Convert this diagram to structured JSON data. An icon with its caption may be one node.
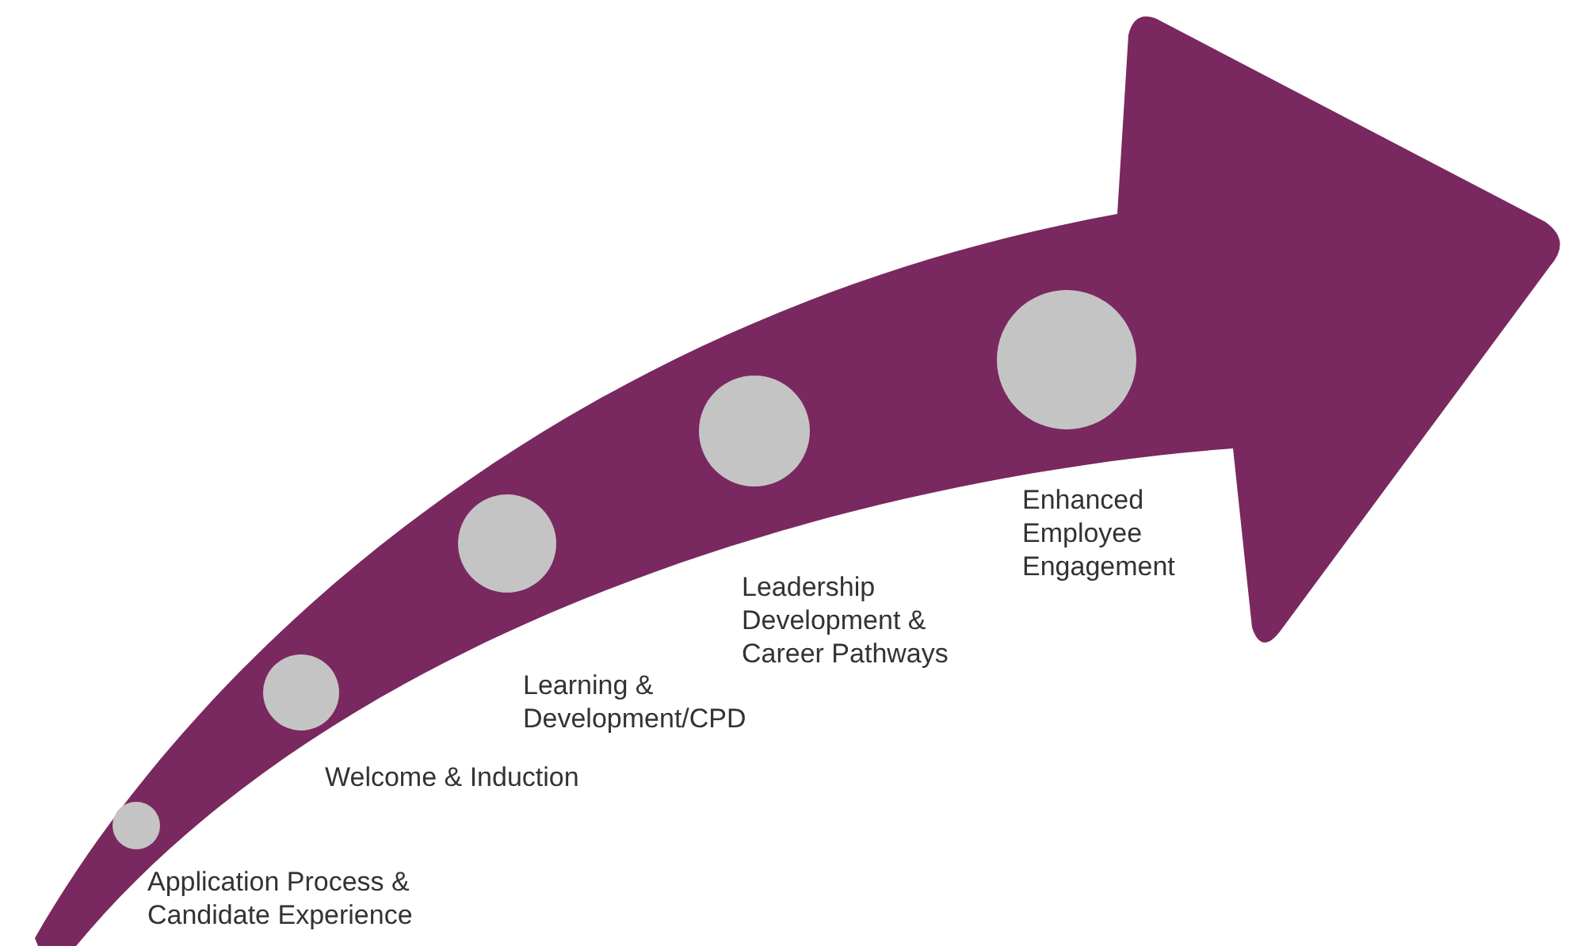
{
  "diagram": {
    "nodes": [
      {
        "text": [],
        "shape": "circle",
        "beside": [
          "Application Process & Candidate Experience"
        ]
      },
      {
        "text": [],
        "shape": "circle",
        "beside": [
          "Welcome & Induction"
        ]
      },
      {
        "text": [],
        "shape": "circle",
        "beside": [
          "Learning & Development/CPD"
        ]
      },
      {
        "text": [],
        "shape": "circle",
        "beside": [
          "Leadership Development & Career Pathways"
        ]
      },
      {
        "text": [],
        "shape": "circle",
        "beside": [
          "Enhanced Employee Engagement"
        ]
      }
    ]
  }
}
